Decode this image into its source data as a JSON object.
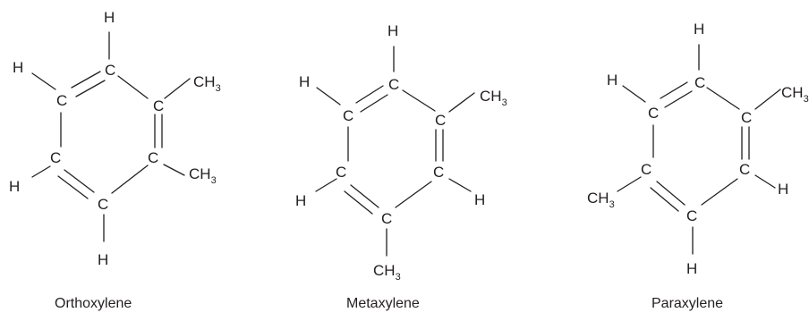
{
  "molecules": [
    {
      "name": "Orthoxylene",
      "atoms": [
        "C",
        "C",
        "C",
        "C",
        "C",
        "C",
        "H",
        "H",
        "H",
        "H",
        "CH",
        "CH"
      ],
      "subscripts": [
        "3",
        "3"
      ]
    },
    {
      "name": "Metaxylene",
      "atoms": [
        "C",
        "C",
        "C",
        "C",
        "C",
        "C",
        "H",
        "H",
        "H",
        "H",
        "CH",
        "CH"
      ],
      "subscripts": [
        "3",
        "3"
      ]
    },
    {
      "name": "Paraxylene",
      "atoms": [
        "C",
        "C",
        "C",
        "C",
        "C",
        "C",
        "H",
        "H",
        "H",
        "H",
        "CH",
        "CH"
      ],
      "subscripts": [
        "3",
        "3"
      ]
    }
  ]
}
